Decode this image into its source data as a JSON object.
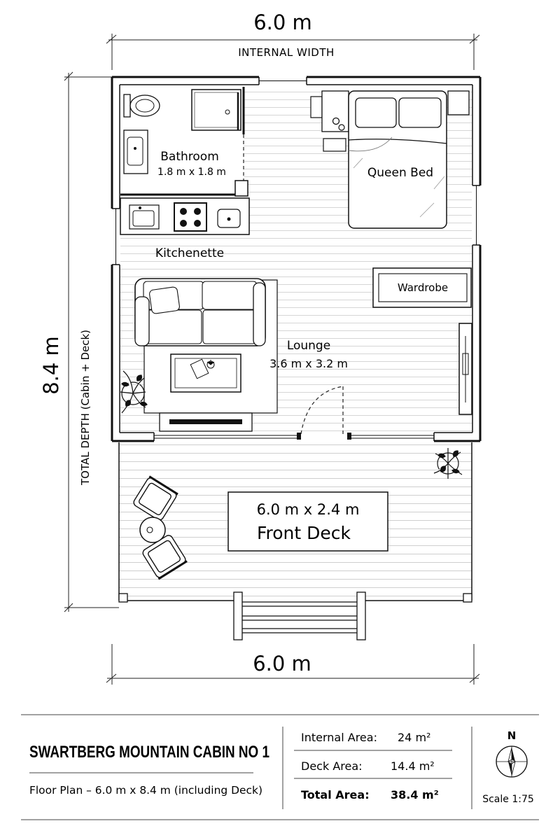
{
  "dimensions": {
    "top_width": "6.0 m",
    "top_width_label": "INTERNAL WIDTH",
    "bottom_width": "6.0 m",
    "total_depth": "8.4 m",
    "total_depth_label": "TOTAL DEPTH (Cabin + Deck)"
  },
  "rooms": {
    "bathroom_name": "Bathroom",
    "bathroom_size": "1.8 m x 1.8 m",
    "bed_label": "Queen Bed",
    "kitchen_label": "Kitchenette",
    "wardrobe_label": "Wardrobe",
    "lounge_name": "Lounge",
    "lounge_size": "3.6 m x 3.2 m",
    "deck_size": "6.0 m x 2.4 m",
    "deck_name": "Front Deck"
  },
  "title_block": {
    "title": "SWARTBERG MOUNTAIN CABIN NO 1",
    "subtitle": "Floor Plan – 6.0 m x 8.4 m (including Deck)",
    "areas": [
      {
        "label": "Internal Area:",
        "value": "24 m²"
      },
      {
        "label": "Deck Area:",
        "value": "14.4 m²"
      },
      {
        "label": "Total Area:",
        "value": "38.4 m²"
      }
    ],
    "north": "N",
    "scale": "Scale 1:75"
  }
}
